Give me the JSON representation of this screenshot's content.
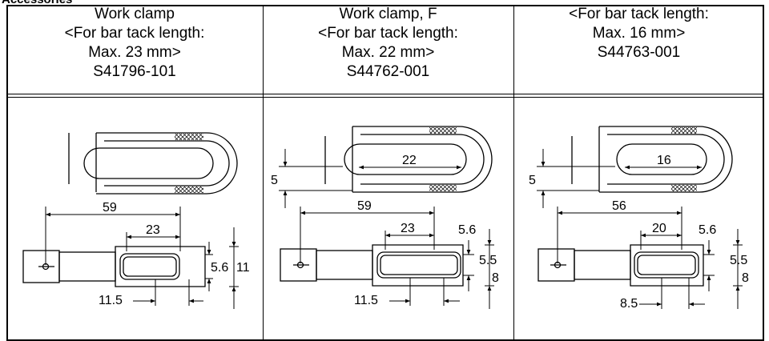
{
  "header_fragment": "Accessories",
  "columns": [
    {
      "lines": [
        "Work clamp",
        "<For bar tack length:",
        "Max. 23 mm>",
        "S41796-101"
      ],
      "dims": {
        "overall": "59",
        "slot": "23",
        "slot_width": "5.6",
        "height": "11",
        "offset": "11.5"
      }
    },
    {
      "lines": [
        "Work clamp, F",
        "<For bar tack length:",
        "Max. 22 mm>",
        "S44762-001"
      ],
      "dims": {
        "top_slot": "22",
        "top_gap": "5",
        "overall": "59",
        "slot": "23",
        "slot_width": "5.6",
        "height_a": "5.5",
        "height_b": "8",
        "offset": "11.5"
      }
    },
    {
      "lines": [
        "<For bar tack length:",
        "Max. 16 mm>",
        "S44763-001"
      ],
      "dims": {
        "top_slot": "16",
        "top_gap": "5",
        "overall": "56",
        "slot": "20",
        "slot_width": "5.6",
        "height_a": "5.5",
        "height_b": "8",
        "offset": "8.5"
      }
    }
  ]
}
